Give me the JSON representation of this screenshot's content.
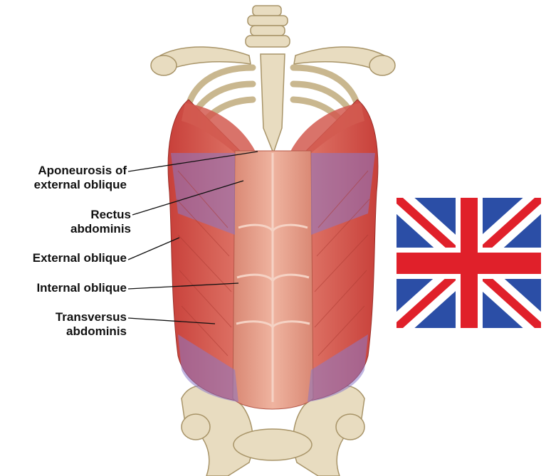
{
  "labels": [
    {
      "id": "aponeurosis",
      "lines": [
        "Aponeurosis of",
        "external oblique"
      ]
    },
    {
      "id": "rectus",
      "lines": [
        "Rectus",
        "abdominis"
      ]
    },
    {
      "id": "external",
      "lines": [
        "External oblique"
      ]
    },
    {
      "id": "internal",
      "lines": [
        "Internal oblique"
      ]
    },
    {
      "id": "transversus",
      "lines": [
        "Transversus",
        "abdominis"
      ]
    }
  ],
  "colors": {
    "bone": "#e8dcc0",
    "bone_shade": "#c9b78f",
    "muscle": "#d8534a",
    "muscle_light": "#e88d78",
    "overlay_purple": "#8a78c8",
    "flag_blue": "#2b4ea6",
    "flag_red": "#e0202a",
    "flag_white": "#ffffff"
  },
  "figure": {
    "graphic": "anterior abdominal muscles",
    "inset": "union-jack-flag"
  }
}
